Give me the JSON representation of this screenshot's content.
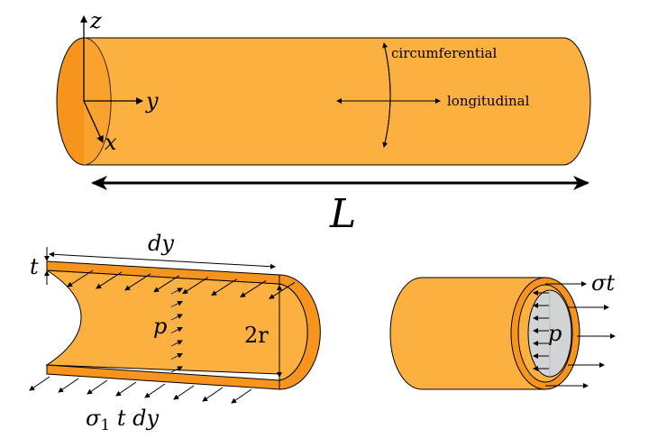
{
  "colors": {
    "body": "#FBB040",
    "dark": "#F7941D",
    "face": "#D1D3D4",
    "ink": "#000000"
  },
  "top_cylinder": {
    "axis_z": "z",
    "axis_y": "y",
    "axis_x": "x",
    "circumferential": "circumferential",
    "longitudinal": "longitudinal",
    "length_label": "L"
  },
  "half_section": {
    "dy": "dy",
    "t": "t",
    "p": "p",
    "two_r": "2r",
    "force_sigma": "σ",
    "force_sub": "1",
    "force_rest": " t dy"
  },
  "end_section": {
    "sigma_t": "σt",
    "p": "p"
  }
}
